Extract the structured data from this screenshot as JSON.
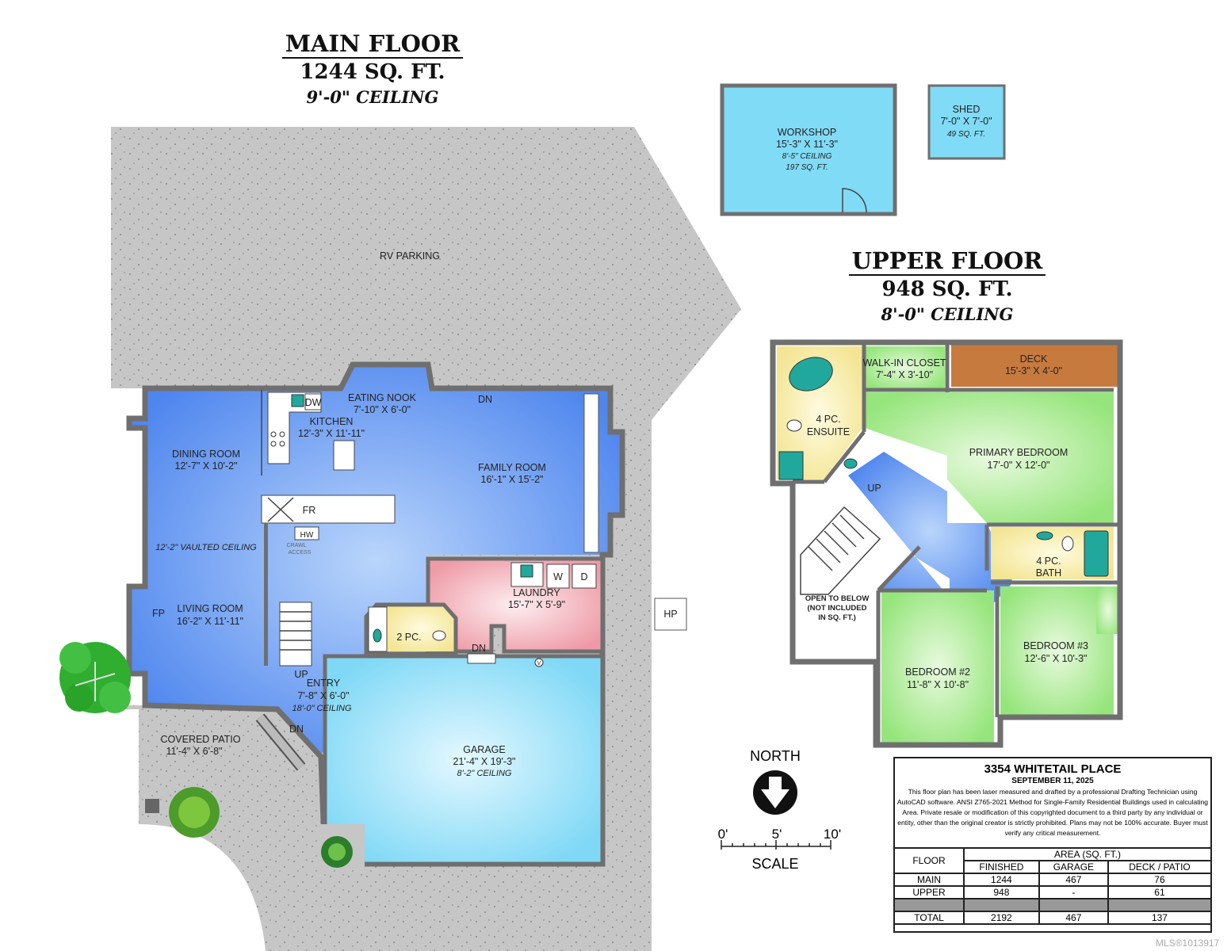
{
  "main_floor": {
    "title": "MAIN FLOOR",
    "area": "1244 SQ. FT.",
    "ceiling": "9'-0\" CEILING",
    "rooms": {
      "rv_parking": "RV PARKING",
      "eating_nook": {
        "name": "EATING NOOK",
        "dims": "7'-10\" X 6'-0\""
      },
      "kitchen": {
        "name": "KITCHEN",
        "dims": "12'-3\" X 11'-11\""
      },
      "dining_room": {
        "name": "DINING ROOM",
        "dims": "12'-7\" X 10'-2\""
      },
      "family_room": {
        "name": "FAMILY ROOM",
        "dims": "16'-1\" X 15'-2\""
      },
      "living_room": {
        "name": "LIVING ROOM",
        "dims": "16'-2\" X 11'-11\"",
        "note": "12'-2\" VAULTED CEILING"
      },
      "laundry": {
        "name": "LAUNDRY",
        "dims": "15'-7\" X 5'-9\""
      },
      "powder": {
        "name": "2 PC."
      },
      "entry": {
        "name": "ENTRY",
        "dims": "7'-8\" X 6'-0\"",
        "note": "18'-0\" CEILING"
      },
      "garage": {
        "name": "GARAGE",
        "dims": "21'-4\" X 19'-3\"",
        "note": "8'-2\" CEILING"
      },
      "covered_patio": {
        "name": "COVERED PATIO",
        "dims": "11'-4\" X 6'-8\""
      }
    },
    "fixtures": {
      "dw": "DW",
      "fr": "FR",
      "hw": "HW",
      "crawl1": "CRAWL",
      "crawl2": "ACCESS",
      "fp": "FP",
      "w": "W",
      "d": "D",
      "hp": "HP",
      "v": "V",
      "up": "UP",
      "dn1": "DN",
      "dn2": "DN",
      "dn3": "DN"
    }
  },
  "outbuildings": {
    "workshop": {
      "name": "WORKSHOP",
      "dims": "15'-3\" X 11'-3\"",
      "note": "8'-5\" CEILING",
      "area": "197 SQ. FT."
    },
    "shed": {
      "name": "SHED",
      "dims": "7'-0\" X 7'-0\"",
      "area": "49 SQ. FT."
    }
  },
  "upper_floor": {
    "title": "UPPER FLOOR",
    "area": "948 SQ. FT.",
    "ceiling": "8'-0\" CEILING",
    "rooms": {
      "walk_in": {
        "name": "WALK-IN CLOSET",
        "dims": "7'-4\" X 3'-10\""
      },
      "deck": {
        "name": "DECK",
        "dims": "15'-3\" X 4'-0\""
      },
      "ensuite": {
        "name1": "4 PC.",
        "name2": "ENSUITE"
      },
      "primary": {
        "name": "PRIMARY BEDROOM",
        "dims": "17'-0\" X 12'-0\""
      },
      "bath": {
        "name1": "4 PC.",
        "name2": "BATH"
      },
      "open_below": {
        "l1": "OPEN TO BELOW",
        "l2": "(NOT INCLUDED",
        "l3": "IN SQ. FT.)"
      },
      "bedroom2": {
        "name": "BEDROOM #2",
        "dims": "11'-8\" X 10'-8\""
      },
      "bedroom3": {
        "name": "BEDROOM #3",
        "dims": "12'-6\" X 10'-3\""
      },
      "up": "UP"
    }
  },
  "compass": {
    "label": "NORTH"
  },
  "scale": {
    "t0": "0'",
    "t5": "5'",
    "t10": "10'",
    "label": "SCALE"
  },
  "info": {
    "address": "3354 WHITETAIL PLACE",
    "date": "SEPTEMBER 11, 2025",
    "disclaimer": "This floor plan has been laser measured and drafted by a professional Drafting Technician using AutoCAD software. ANSI Z765-2021 Method for Single-Family Residential Buildings used in calculating Area. Private resale or modification of this copyrighted document to a third party by any individual or entity, other than the original creator is strictly prohibited. Plans may not be 100% accurate.  Buyer must verify any critical measurement.",
    "table": {
      "floor_header": "FLOOR",
      "area_header": "AREA (SQ. FT.)",
      "columns": [
        "FINISHED",
        "GARAGE",
        "DECK / PATIO"
      ],
      "rows": [
        {
          "floor": "MAIN",
          "values": [
            "1244",
            "467",
            "76"
          ]
        },
        {
          "floor": "UPPER",
          "values": [
            "948",
            "-",
            "61"
          ]
        }
      ],
      "total": {
        "floor": "TOTAL",
        "values": [
          "2192",
          "467",
          "137"
        ]
      }
    }
  },
  "watermark": "MLS®1013917",
  "colors": {
    "living": "#5b8ef0",
    "laundry": "#f0a3ae",
    "garage": "#9fe3fb",
    "bath": "#f6eea0",
    "bedroom": "#a6ea8f",
    "deck": "#c87a3e",
    "paving": "#c4c4c4",
    "wall": "#6f6f6f"
  }
}
